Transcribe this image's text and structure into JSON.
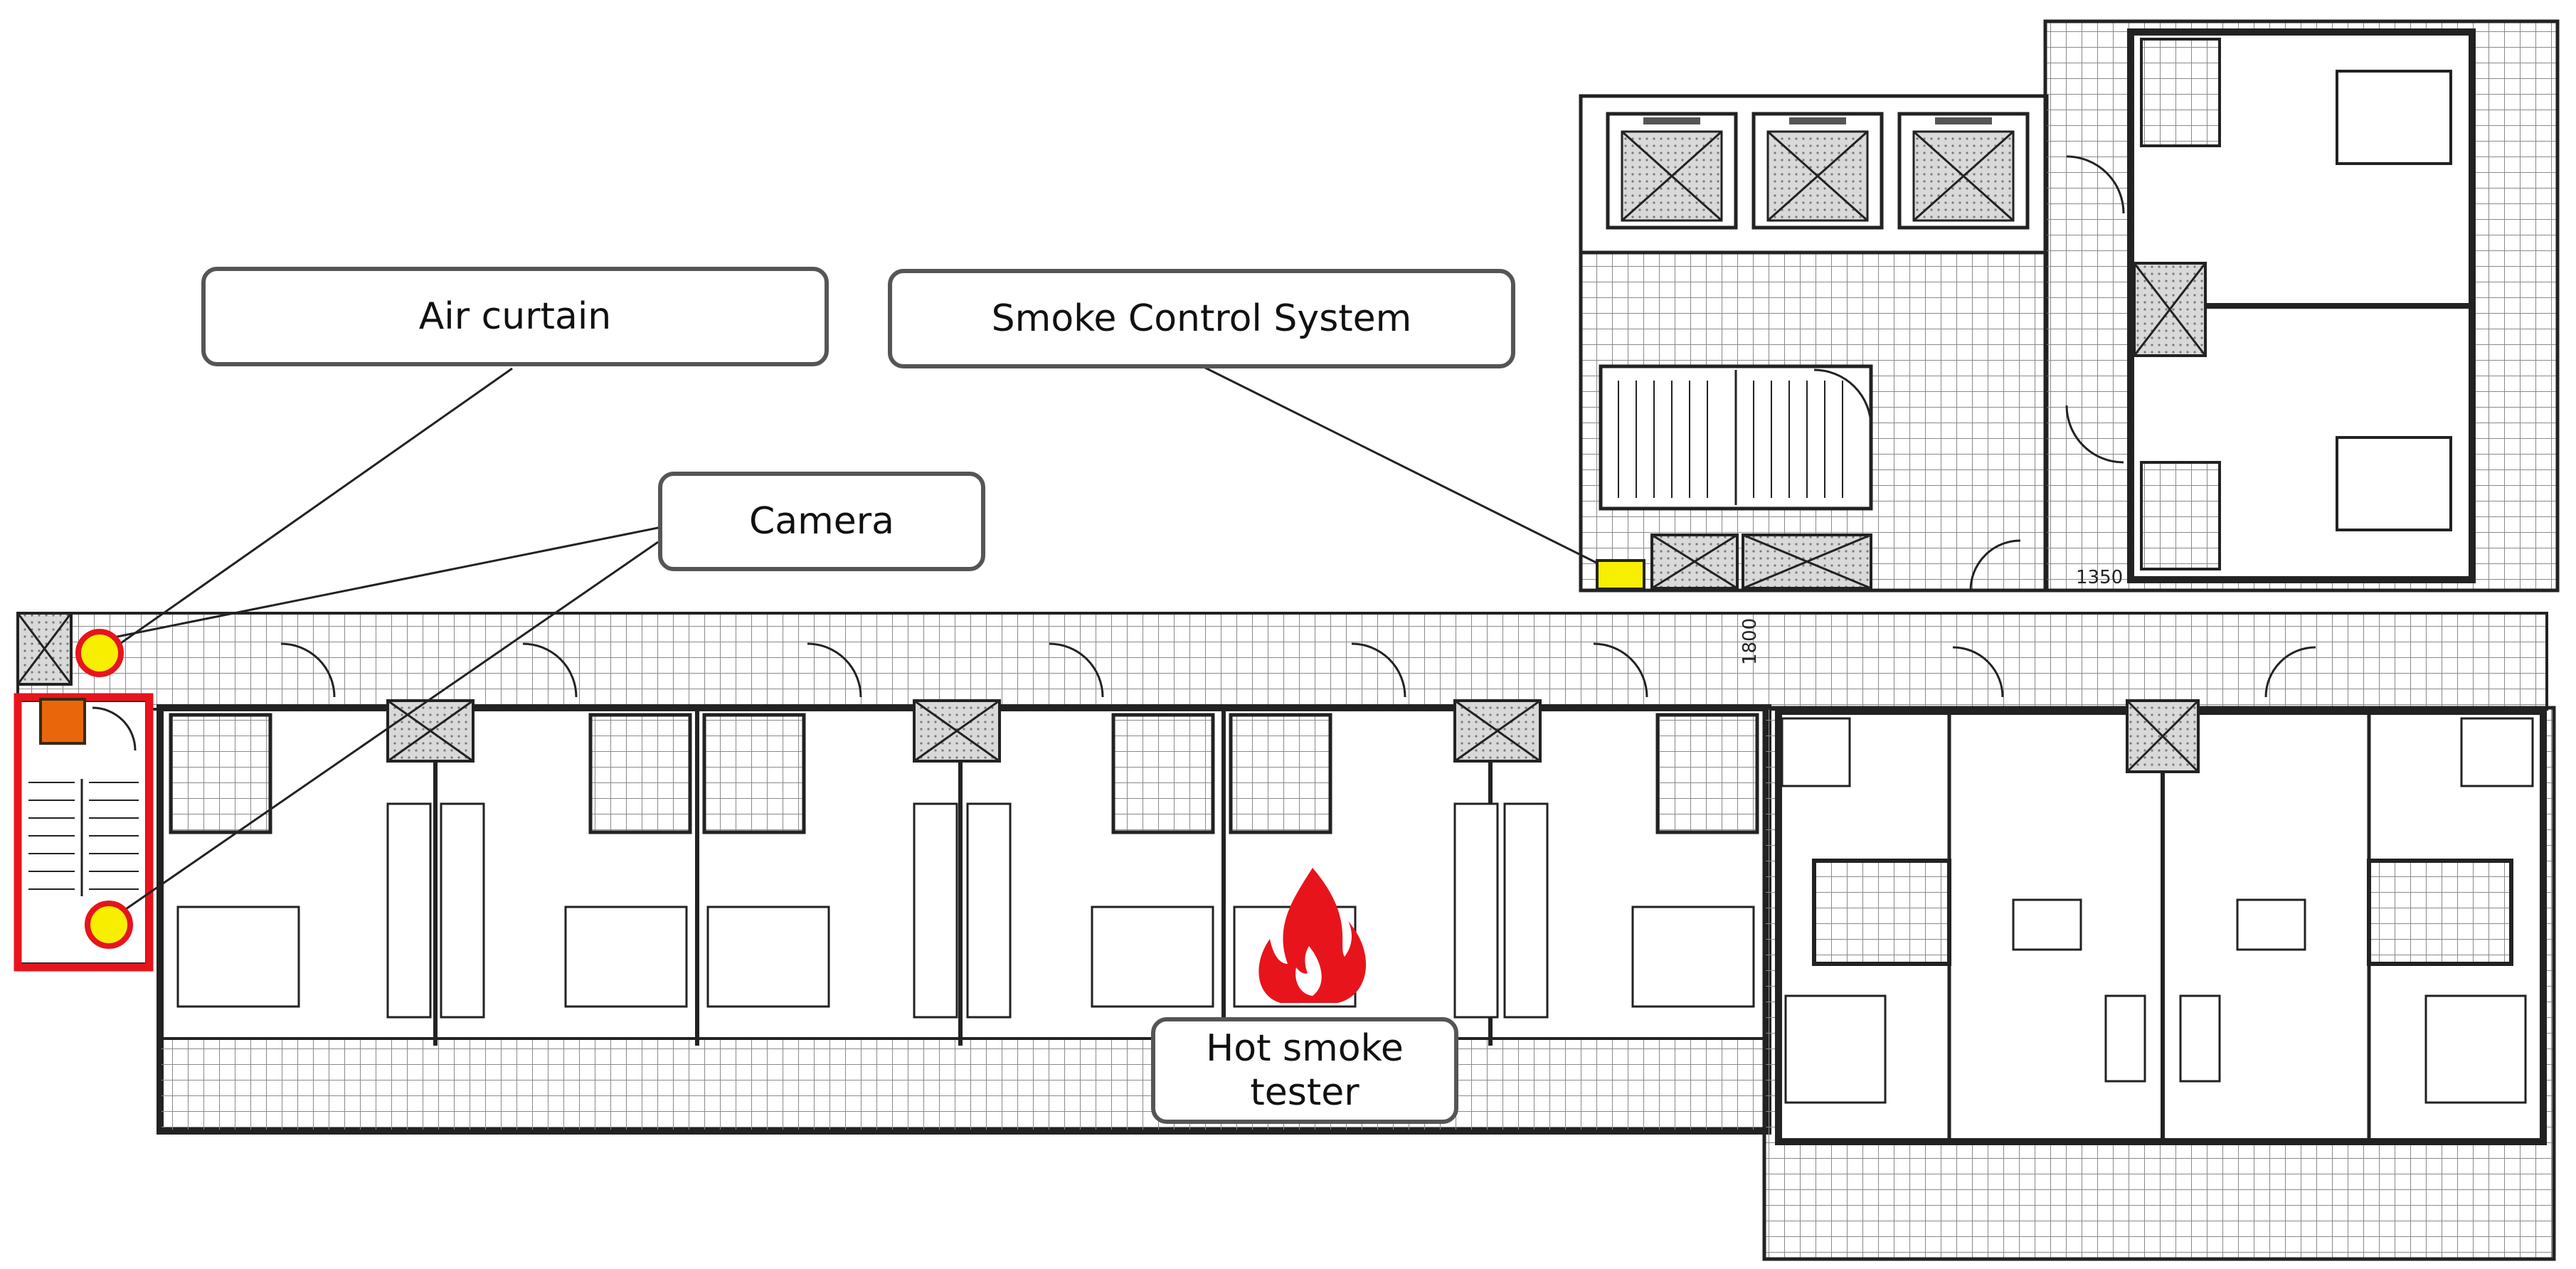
{
  "labels": {
    "air_curtain": "Air curtain",
    "smoke_control": "Smoke Control System",
    "camera": "Camera",
    "hot_smoke_line1": "Hot smoke",
    "hot_smoke_line2": "tester",
    "dim_1350": "1350",
    "dim_1800": "1800"
  },
  "colors": {
    "stair_box": "#e8141c",
    "air_curtain_marker": "#e9670a",
    "camera_marker_fill": "#f8ef00",
    "camera_marker_ring": "#e8141c",
    "smoke_control_marker": "#f8ef00",
    "fire_icon": "#e8141c",
    "wall": "#222222",
    "grid": "#8a8a8a",
    "callout_border": "#555555"
  },
  "icons": [
    "fire-icon",
    "camera-marker",
    "air-curtain-marker",
    "smoke-control-marker"
  ]
}
